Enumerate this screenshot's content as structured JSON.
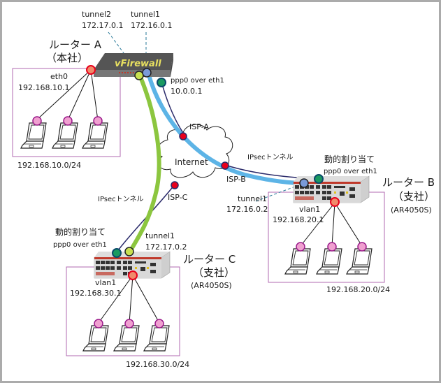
{
  "diagram": {
    "colors": {
      "tunnel1": "#5db4e6",
      "tunnel2": "#8cc63f",
      "ppp_line": "#2a2a6a",
      "lan_box": "#b06ab0",
      "isp_dot": "#e8001c",
      "lan_dot": "#f08a6a",
      "host_dot": "#f0a0d0",
      "ppp_dot": "#1a9a60",
      "tunnel_dot_blue": "#7a9ad8",
      "tunnel_dot_green": "#c8e050"
    },
    "internet": {
      "label": "Internet"
    },
    "isps": [
      {
        "id": "isp-a",
        "label": "ISP-A"
      },
      {
        "id": "isp-b",
        "label": "ISP-B"
      },
      {
        "id": "isp-c",
        "label": "ISP-C"
      }
    ],
    "tunnels": [
      {
        "id": "ipsec-ab",
        "label": "IPsecトンネル"
      },
      {
        "id": "ipsec-ac",
        "label": "IPsecトンネル"
      }
    ],
    "router_a": {
      "name": "ルーター A",
      "role": "（本社）",
      "device_label": "vFirewall",
      "lan_if": "eth0",
      "lan_ip": "192.168.10.1",
      "wan_if": "ppp0 over eth1",
      "wan_ip": "10.0.0.1",
      "tunnel1_if": "tunnel1",
      "tunnel1_ip": "172.16.0.1",
      "tunnel2_if": "tunnel2",
      "tunnel2_ip": "172.17.0.1",
      "subnet": "192.168.10.0/24"
    },
    "router_b": {
      "name": "ルーター B",
      "role": "（支社）",
      "model": "(AR4050S)",
      "wan_note": "動的割り当て",
      "wan_if": "ppp0 over eth1",
      "tunnel_if": "tunnel1",
      "tunnel_ip": "172.16.0.2",
      "lan_if": "vlan1",
      "lan_ip": "192.168.20.1",
      "subnet": "192.168.20.0/24"
    },
    "router_c": {
      "name": "ルーター C",
      "role": "（支社）",
      "model": "(AR4050S)",
      "wan_note": "動的割り当て",
      "wan_if": "ppp0 over eth1",
      "tunnel_if": "tunnel1",
      "tunnel_ip": "172.17.0.2",
      "lan_if": "vlan1",
      "lan_ip": "192.168.30.1",
      "subnet": "192.168.30.0/24"
    }
  }
}
